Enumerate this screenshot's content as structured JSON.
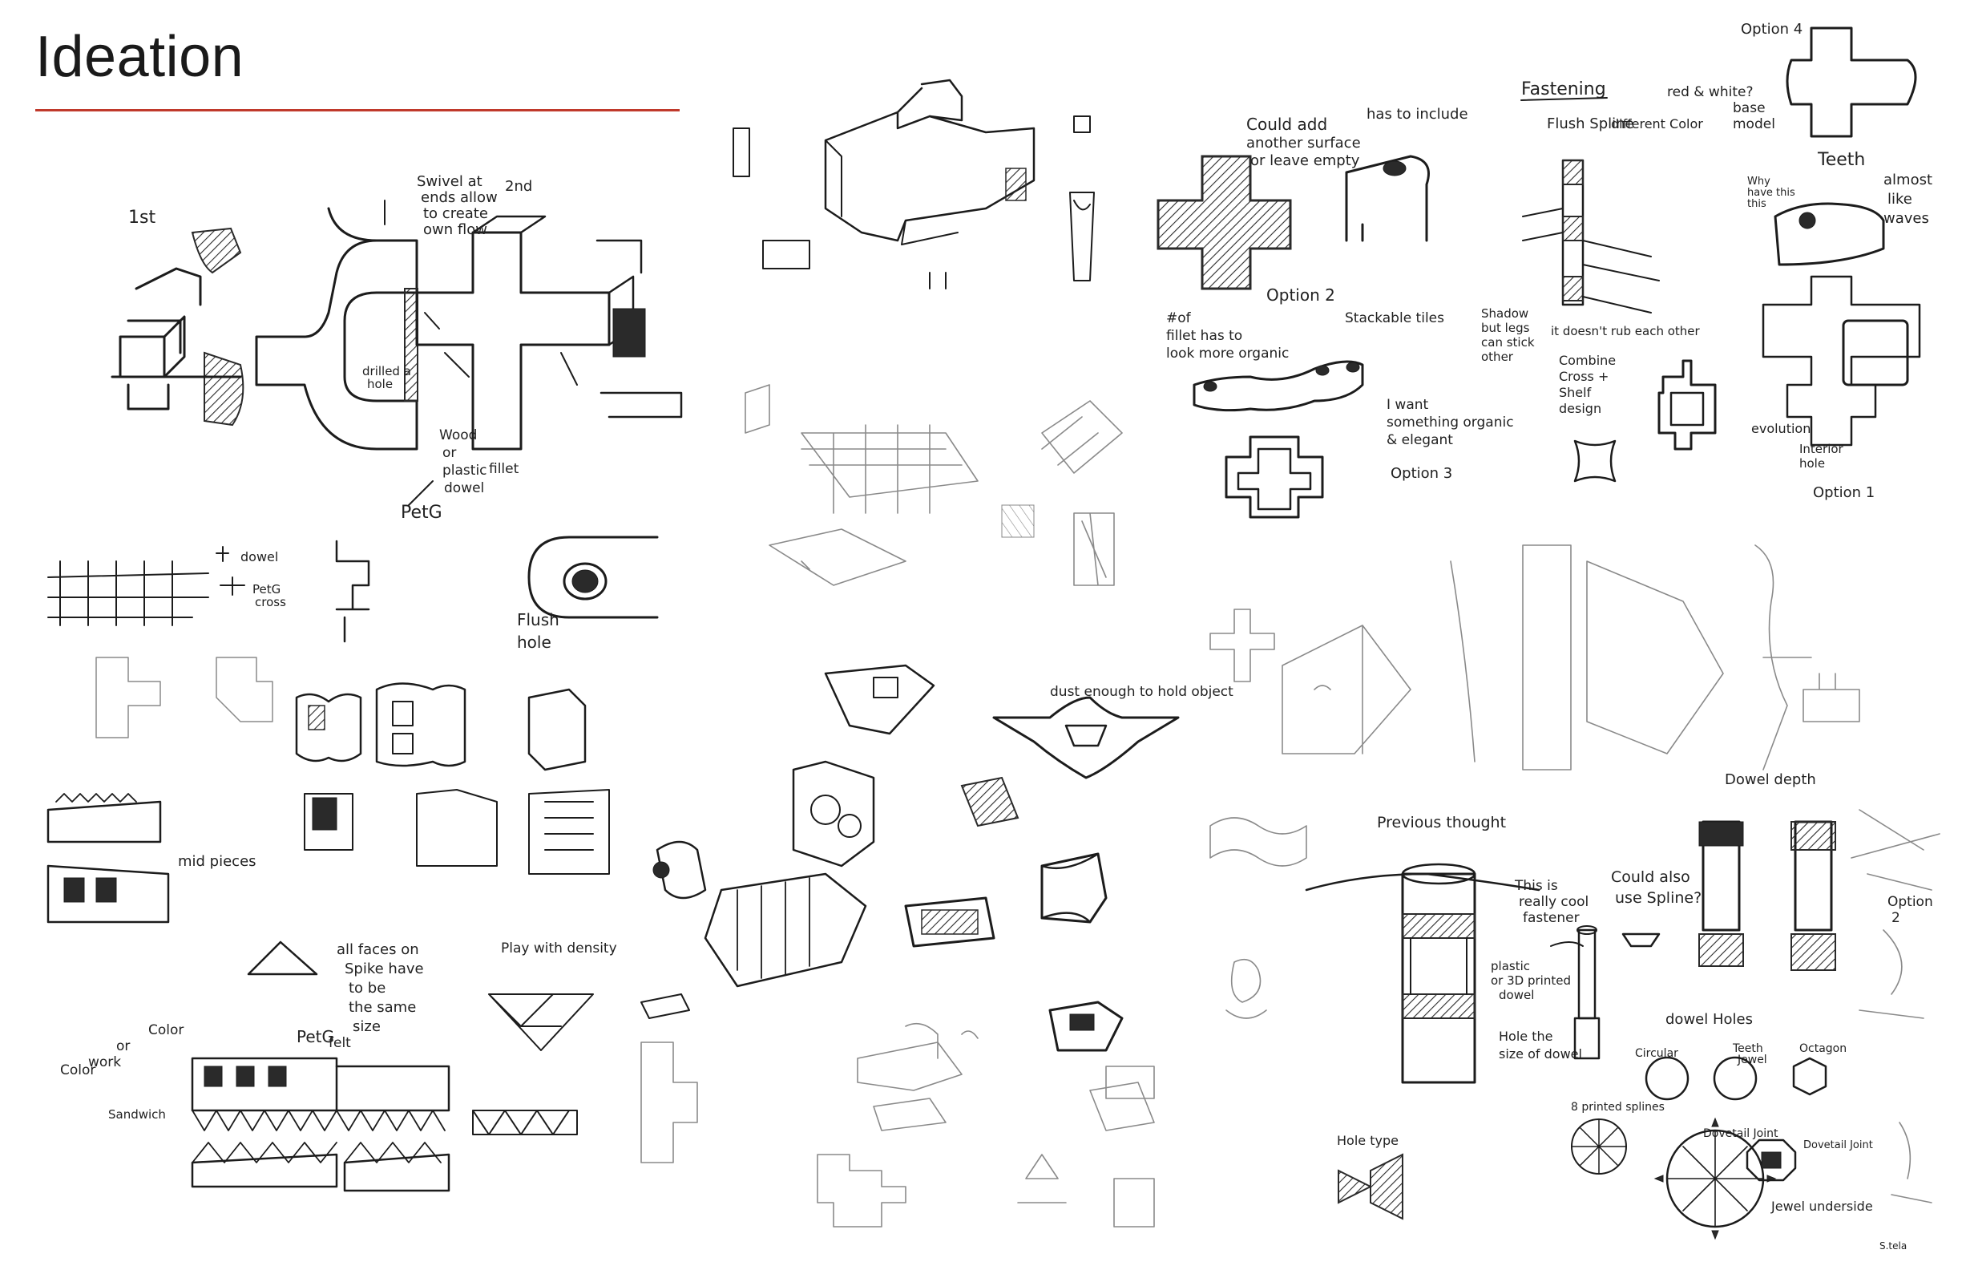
{
  "page": {
    "title": "Ideation",
    "accent_color": "#c0392b"
  },
  "annotations": {
    "first": "1st",
    "second": "2nd",
    "swivel": [
      "Swivel at",
      "ends allow",
      "to create",
      "own flow"
    ],
    "drilled": [
      "drilled a",
      "hole"
    ],
    "wood": [
      "Wood",
      "or",
      "plastic",
      "dowel"
    ],
    "fillet": "fillet",
    "petg": "PetG",
    "flush_hole": [
      "Flush",
      "hole"
    ],
    "dowel": "dowel",
    "petg_cross": [
      "PetG",
      "cross"
    ],
    "could_add": [
      "Could add",
      "another surface",
      "or leave empty"
    ],
    "has_to_include": "has to include",
    "option2": "Option 2",
    "fillet_more": [
      "#of",
      "fillet has to",
      "look more organic"
    ],
    "stackable_tiles": "Stackable tiles",
    "i_want": [
      "I want",
      "something organic",
      "& elegant"
    ],
    "option3": "Option 3",
    "fastening": "Fastening",
    "flush_spline": [
      "Flush Spline",
      "different Color"
    ],
    "red_white": "red & white?",
    "option4": "Option 4",
    "base_model": [
      "base",
      "model"
    ],
    "teeth": "Teeth",
    "why_have": [
      "Why",
      "have this",
      "this"
    ],
    "almost_like": [
      "almost",
      "like",
      "waves"
    ],
    "shadow_but": [
      "Shadow",
      "but legs",
      "can stick",
      "other"
    ],
    "doesnt_rub": "it doesn't rub each other",
    "combine_cross": [
      "Combine",
      "Cross +",
      "Shelf",
      "design"
    ],
    "evolution": "evolution",
    "interior_hole": [
      "Interior",
      "hole"
    ],
    "option1": "Option 1",
    "mid_pieces": "mid pieces",
    "dust_enough": "dust enough to hold object",
    "color_work": [
      "Color",
      "work",
      "or",
      "Color"
    ],
    "all_faces": [
      "all faces on",
      "Spike have",
      "to be",
      "the same",
      "size"
    ],
    "petg_felt": [
      "PetG",
      "felt"
    ],
    "sandwich": "Sandwich",
    "play_with_density": "Play with density",
    "previous_thought": "Previous thought",
    "this_is": [
      "This is",
      "really cool",
      "fastener"
    ],
    "could_also": [
      "Could also",
      "use Spline?"
    ],
    "dowel_depth": "Dowel depth",
    "option2b": [
      "Option",
      "2"
    ],
    "plastic_dowel": [
      "plastic",
      "or 3D printed",
      "dowel"
    ],
    "hole_size": [
      "Hole the",
      "size of dowel"
    ],
    "dowel_holes": "dowel Holes",
    "circular": "Circular",
    "teeth_small": [
      "Teeth",
      "Jewel"
    ],
    "octagon": "Octagon",
    "dovetail": "Dovetail Joint",
    "hole_type": "Hole type",
    "dovetail_joint": "Dovetail Joint",
    "printed_spline": "8 printed splines",
    "jewel_underside": "Jewel underside",
    "signature": "S.tela"
  }
}
